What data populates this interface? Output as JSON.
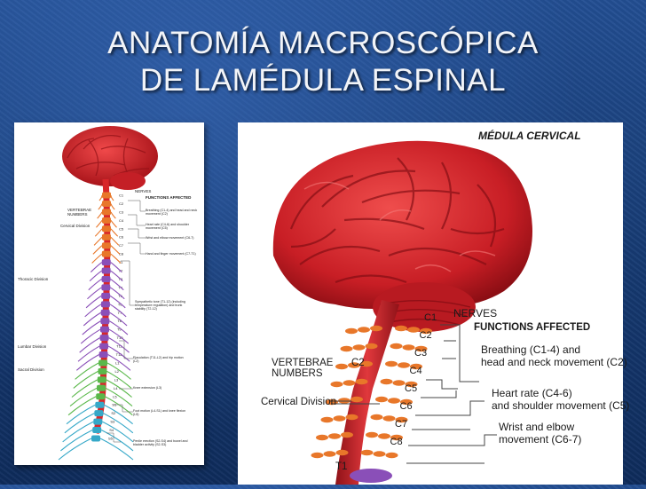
{
  "slide": {
    "title_line1": "ANATOMÍA MACROSCÓPICA",
    "title_line2": "DE LAMÉDULA ESPINAL",
    "background_color": "#1a3f7a",
    "title_color": "#f2f4f8"
  },
  "left_figure": {
    "nerves": "NERVES",
    "functions_affected": "FUNCTIONS AFFECTED",
    "vertebrae_numbers": "VERTEBRAE\nNUMBERS",
    "cervical_division": "Cervical Division",
    "thoracic_division": "Thoracic Division",
    "lumbar_division": "Lumbar Division",
    "sacral_division": "Sacral Division",
    "functions": [
      "Breathing (C1-4) and head and neck movement (C2)",
      "Heart rate (C4-6) and shoulder movement (C5)",
      "Wrist and elbow movement (C6-7)",
      "Hand and finger movement (C7-T1)",
      "Sympathetic tone (T1-12) (including temperature regulation) and trunk stability (T2-12)",
      "Ejaculation (T11-L2) and hip motion (L2)",
      "Knee extension (L3)",
      "Foot motion (L4-S1) and knee flexion (L5)",
      "Penile erection (S2-S4) and bowel and bladder activity (S2-S3)"
    ],
    "segments": [
      "C1",
      "C2",
      "C3",
      "C4",
      "C5",
      "C6",
      "C7",
      "C8",
      "T1",
      "T2",
      "T3",
      "T4",
      "T5",
      "T6",
      "T7",
      "T8",
      "T9",
      "T10",
      "T11",
      "T12",
      "L1",
      "L2",
      "L3",
      "L4",
      "L5",
      "S1",
      "S2",
      "S3",
      "S4",
      "S5"
    ]
  },
  "right_figure": {
    "caption": "MÉDULA CERVICAL",
    "nerves": "NERVES",
    "functions_affected": "FUNCTIONS AFFECTED",
    "vertebrae_line1": "VERTEBRAE",
    "vertebrae_line2": "NUMBERS",
    "cervical_division": "Cervical Division",
    "c2_label": "C2",
    "t1_label": "T1",
    "segments": [
      "C1",
      "C2",
      "C3",
      "C4",
      "C5",
      "C6",
      "C7",
      "C8"
    ],
    "function1_line1": "Breathing (C1-4) and",
    "function1_line2": "head and neck movement (C2)",
    "function2_line1": "Heart rate (C4-6)",
    "function2_line2": "and shoulder movement (C5)",
    "function3_line1": "Wrist and elbow",
    "function3_line2": "movement (C6-7)"
  },
  "colors": {
    "brain": "#d8262a",
    "cervical": "#e8772a",
    "thoracic": "#8a4fb8",
    "lumbar": "#5ab84a",
    "sacral": "#35a8c8"
  }
}
